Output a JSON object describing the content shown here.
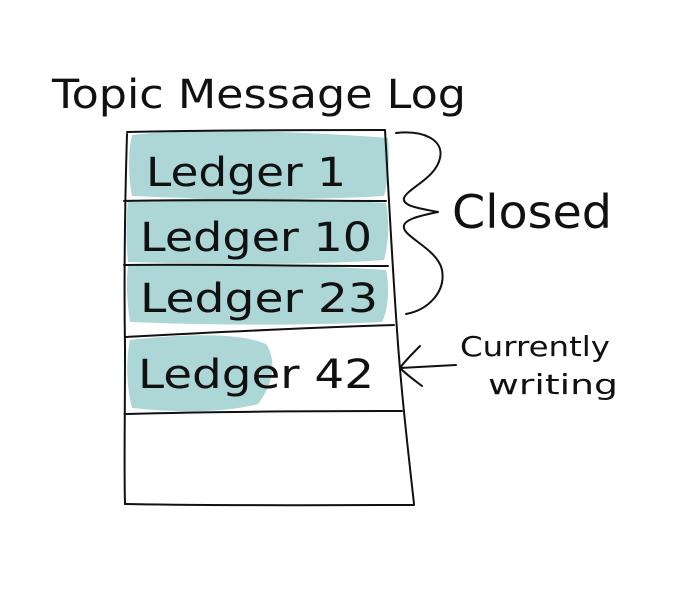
{
  "title": "Topic Message Log",
  "ledgers": [
    {
      "label": "Ledger 1",
      "state": "closed"
    },
    {
      "label": "Ledger 10",
      "state": "closed"
    },
    {
      "label": "Ledger 23",
      "state": "closed"
    },
    {
      "label": "Ledger 42",
      "state": "writing"
    }
  ],
  "annotations": {
    "closed": "Closed",
    "currently_line1": "Currently",
    "currently_line2": "writing"
  },
  "colors": {
    "wash": "#9fcfcf",
    "ink": "#111111",
    "background": "#ffffff"
  }
}
